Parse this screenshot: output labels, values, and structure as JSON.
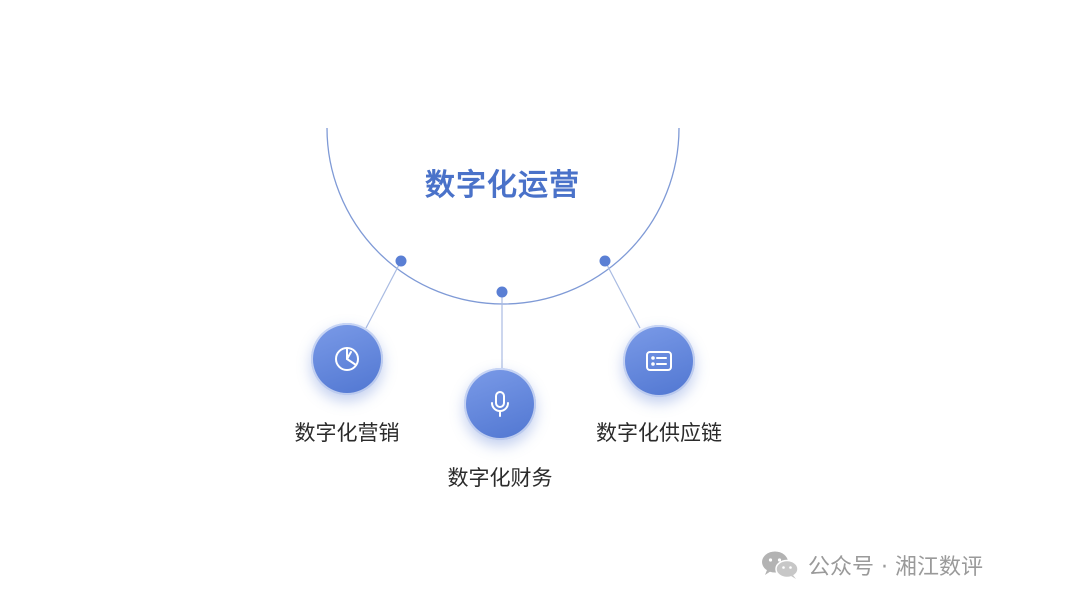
{
  "diagram": {
    "center": {
      "title": "数字化运营"
    },
    "branches": [
      {
        "label": "数字化营销",
        "icon": "pie-chart-icon"
      },
      {
        "label": "数字化财务",
        "icon": "microphone-icon"
      },
      {
        "label": "数字化供应链",
        "icon": "list-icon"
      }
    ]
  },
  "watermark": {
    "text": "公众号 · 湘江数评",
    "icon": "wechat-icon"
  },
  "colors": {
    "accent": "#4a72c9",
    "node_fill": "#5f83da",
    "line": "#9fb3de",
    "label_text": "#2b2b2b",
    "watermark_text": "#9a9a9a"
  }
}
